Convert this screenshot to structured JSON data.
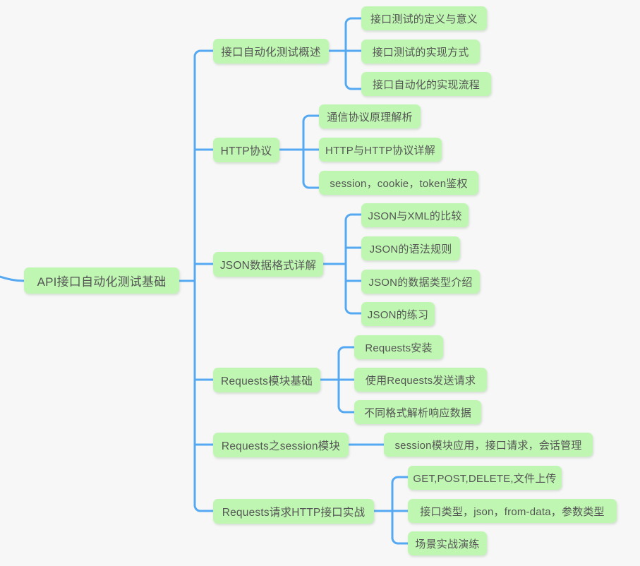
{
  "diagram": {
    "type": "mindmap",
    "title": "API接口自动化测试基础",
    "background_color": "#f7f7f7",
    "node_fill_color": "#bff7b2",
    "node_text_color": "#555555",
    "connector_color": "#55a8f2"
  },
  "root": {
    "label": "API接口自动化测试基础"
  },
  "branches": [
    {
      "label": "接口自动化测试概述",
      "children": [
        {
          "label": "接口测试的定义与意义"
        },
        {
          "label": "接口测试的实现方式"
        },
        {
          "label": "接口自动化的实现流程"
        }
      ]
    },
    {
      "label": "HTTP协议",
      "children": [
        {
          "label": "通信协议原理解析"
        },
        {
          "label": "HTTP与HTTP协议详解"
        },
        {
          "label": "session，cookie，token鉴权"
        }
      ]
    },
    {
      "label": "JSON数据格式详解",
      "children": [
        {
          "label": "JSON与XML的比较"
        },
        {
          "label": "JSON的语法规则"
        },
        {
          "label": "JSON的数据类型介绍"
        },
        {
          "label": "JSON的练习"
        }
      ]
    },
    {
      "label": "Requests模块基础",
      "children": [
        {
          "label": "Requests安装"
        },
        {
          "label": "使用Requests发送请求"
        },
        {
          "label": "不同格式解析响应数据"
        }
      ]
    },
    {
      "label": "Requests之session模块",
      "children": [
        {
          "label": "session模块应用，接口请求，会话管理"
        }
      ]
    },
    {
      "label": "Requests请求HTTP接口实战",
      "children": [
        {
          "label": "GET,POST,DELETE,文件上传"
        },
        {
          "label": "接口类型，json，from-data，参数类型"
        },
        {
          "label": "场景实战演练"
        }
      ]
    }
  ]
}
